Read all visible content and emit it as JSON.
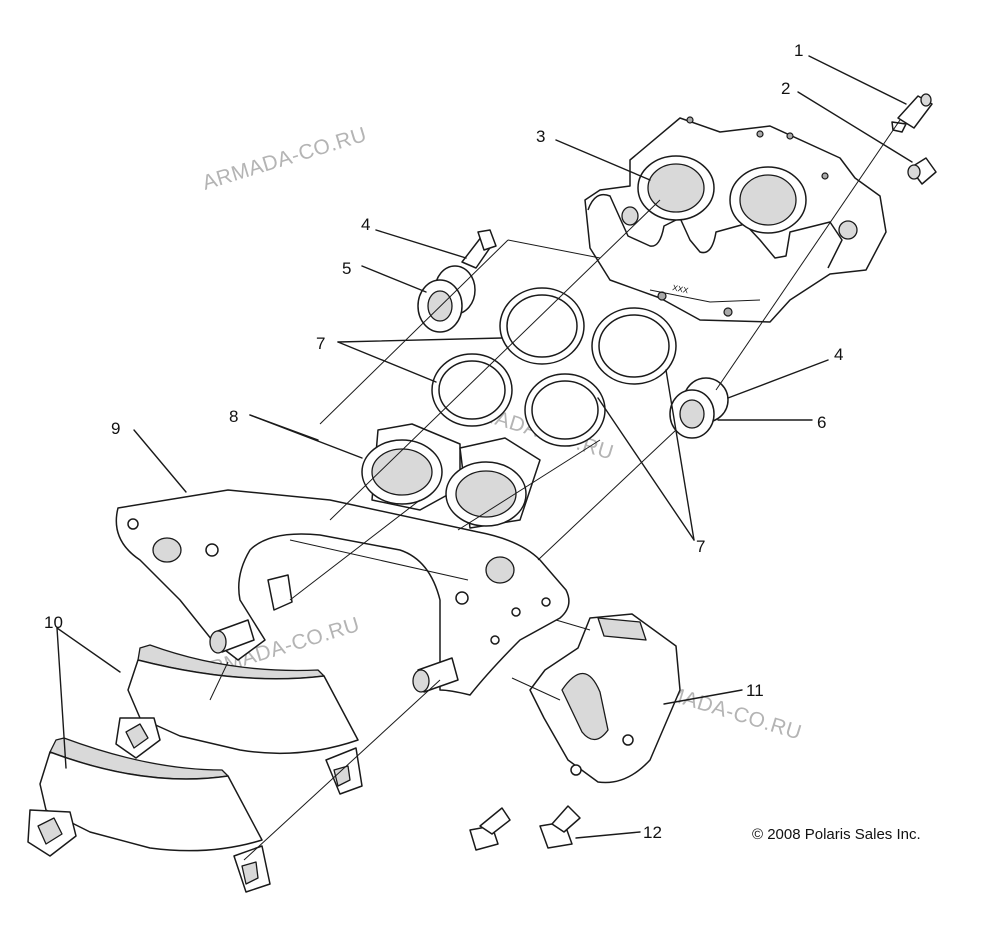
{
  "callouts": [
    "1",
    "2",
    "3",
    "4",
    "5",
    "7",
    "8",
    "9",
    "4",
    "6",
    "7",
    "10",
    "11",
    "12"
  ],
  "watermark": "ARMADA-CO.RU",
  "copyright": "© 2008 Polaris Sales Inc.",
  "caliper_marking": "XXX"
}
